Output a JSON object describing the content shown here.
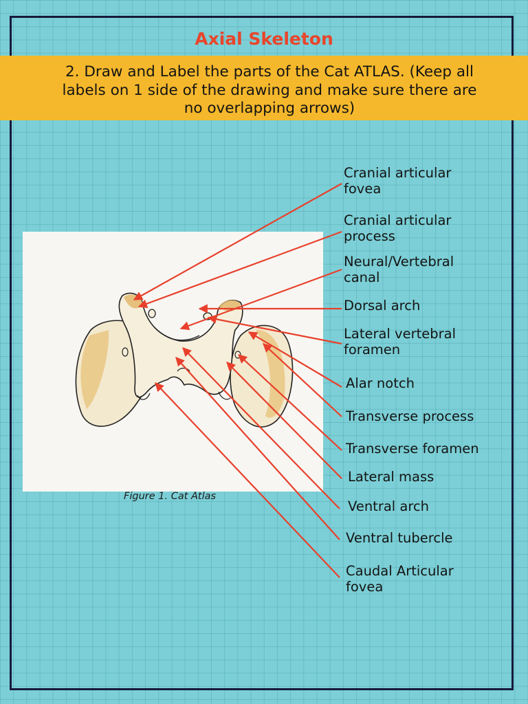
{
  "title": "Axial Skeleton",
  "instruction": {
    "line1": "2. Draw and Label the parts of the Cat ATLAS. (Keep all",
    "line2": "labels on 1 side of the drawing and make sure there are",
    "line3": "no overlapping arrows)"
  },
  "figure_caption": "Figure 1. Cat Atlas",
  "labels": [
    {
      "line1": "Cranial articular",
      "line2": "fovea"
    },
    {
      "line1": "Cranial articular",
      "line2": "process"
    },
    {
      "line1": "Neural/Vertebral",
      "line2": "canal"
    },
    {
      "line1": "Dorsal arch",
      "line2": ""
    },
    {
      "line1": "Lateral vertebral",
      "line2": "foramen"
    },
    {
      "line1": "Alar notch",
      "line2": ""
    },
    {
      "line1": "Transverse process",
      "line2": ""
    },
    {
      "line1": "Transverse foramen",
      "line2": ""
    },
    {
      "line1": "Lateral mass",
      "line2": ""
    },
    {
      "line1": "Ventral arch",
      "line2": ""
    },
    {
      "line1": "Ventral tubercle",
      "line2": ""
    },
    {
      "line1": "Caudal Articular",
      "line2": "fovea"
    }
  ],
  "colors": {
    "background": "#7ccfd6",
    "title": "#e8452c",
    "banner": "#f5b82c",
    "arrow": "#e8402c",
    "frame": "#161a3a",
    "bone": "#f3e9cf",
    "bone_shading": "#e3b96d"
  }
}
